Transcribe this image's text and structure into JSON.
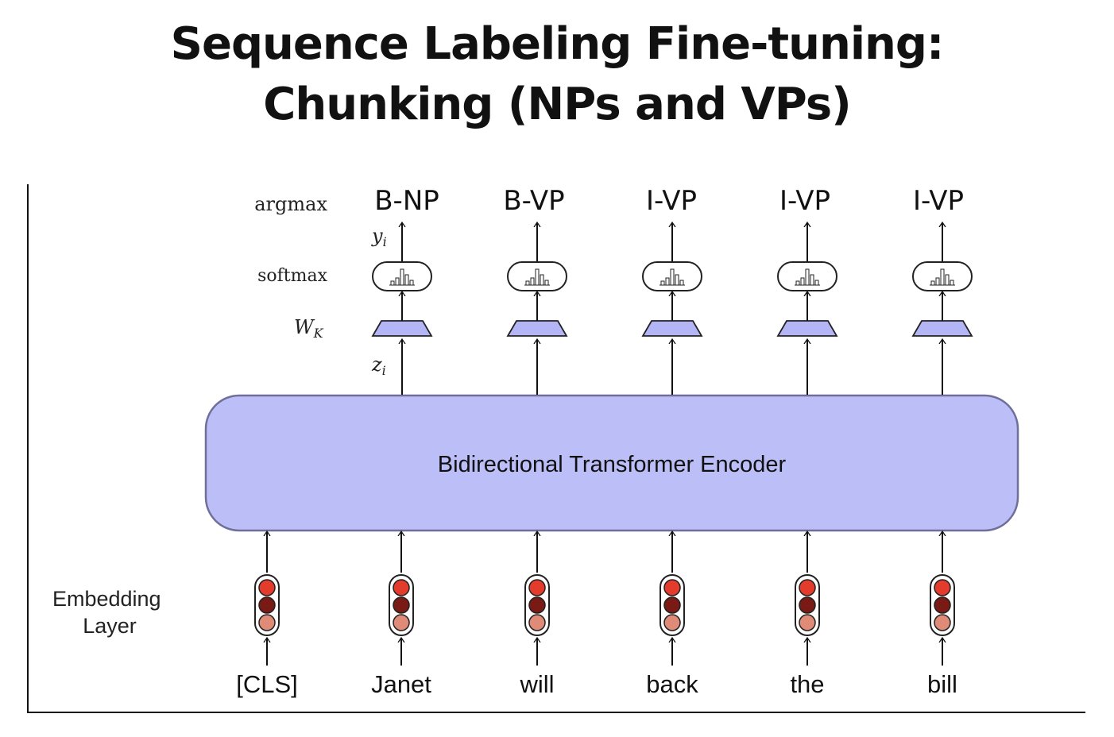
{
  "title": {
    "line1": "Sequence Labeling Fine-tuning:",
    "line2": "Chunking (NPs and VPs)"
  },
  "row_labels": {
    "argmax": "argmax",
    "y": "y",
    "y_sub": "i",
    "softmax": "softmax",
    "W": "W",
    "W_sub": "K",
    "z": "z",
    "z_sub": "i",
    "embedding_line1": "Embedding",
    "embedding_line2": "Layer"
  },
  "encoder": {
    "label": "Bidirectional Transformer Encoder"
  },
  "tokens": [
    "[CLS]",
    "Janet",
    "will",
    "back",
    "the",
    "bill"
  ],
  "output_tags": [
    "B-NP",
    "B-VP",
    "I-VP",
    "I-VP",
    "I-VP"
  ],
  "colors": {
    "encoder_fill": "#bcbef8",
    "encoder_stroke": "#6f6f9a",
    "wk_fill": "#b3b5f5",
    "emb_top": "#e33c2c",
    "emb_mid": "#7a1a14",
    "emb_bot": "#e08a78"
  }
}
